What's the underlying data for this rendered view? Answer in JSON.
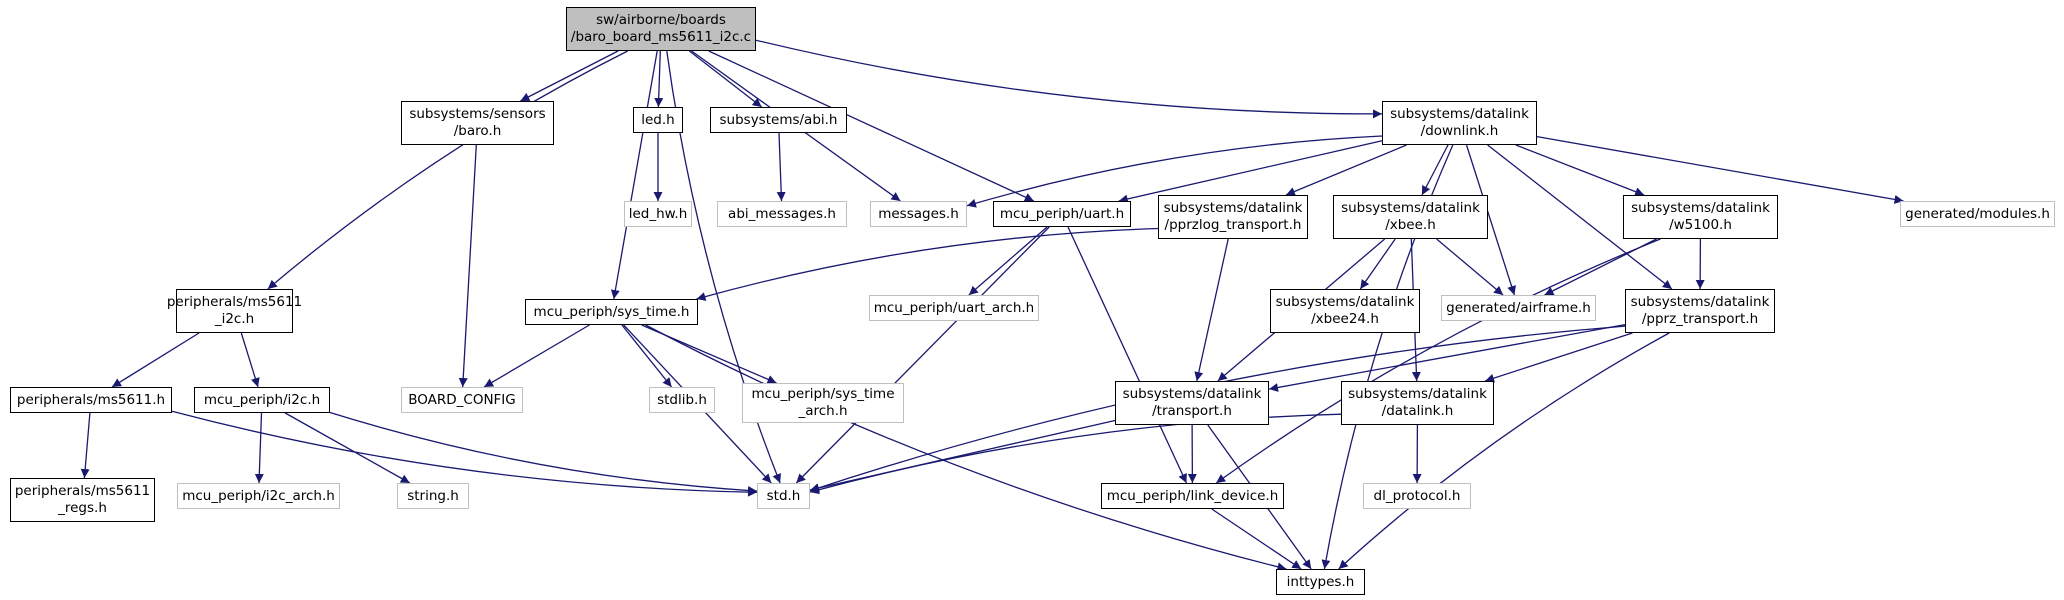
{
  "colors": {
    "edge": "#191970",
    "border": "#000000",
    "external_border": "#bfbfbf",
    "root_fill": "#bfbfbf"
  },
  "nodes": [
    {
      "id": "root",
      "label": "sw/airborne/boards\n/baro_board_ms5611_i2c.c",
      "style": "root"
    },
    {
      "id": "baro",
      "label": "subsystems/sensors\n/baro.h",
      "style": "link"
    },
    {
      "id": "led",
      "label": "led.h",
      "style": "link"
    },
    {
      "id": "abi",
      "label": "subsystems/abi.h",
      "style": "link"
    },
    {
      "id": "downlink",
      "label": "subsystems/datalink\n/downlink.h",
      "style": "link"
    },
    {
      "id": "messages",
      "label": "messages.h",
      "style": "ext"
    },
    {
      "id": "uart",
      "label": "mcu_periph/uart.h",
      "style": "link"
    },
    {
      "id": "pprzlog",
      "label": "subsystems/datalink\n/pprzlog_transport.h",
      "style": "link"
    },
    {
      "id": "xbee",
      "label": "subsystems/datalink\n/xbee.h",
      "style": "link"
    },
    {
      "id": "w5100",
      "label": "subsystems/datalink\n/w5100.h",
      "style": "link"
    },
    {
      "id": "modules",
      "label": "generated/modules.h",
      "style": "ext"
    },
    {
      "id": "led_hw",
      "label": "led_hw.h",
      "style": "ext"
    },
    {
      "id": "abi_msgs",
      "label": "abi_messages.h",
      "style": "ext"
    },
    {
      "id": "ms5611_i2c",
      "label": "peripherals/ms5611\n_i2c.h",
      "style": "link"
    },
    {
      "id": "sys_time",
      "label": "mcu_periph/sys_time.h",
      "style": "link"
    },
    {
      "id": "uart_arch",
      "label": "mcu_periph/uart_arch.h",
      "style": "ext"
    },
    {
      "id": "xbee24",
      "label": "subsystems/datalink\n/xbee24.h",
      "style": "link"
    },
    {
      "id": "airframe",
      "label": "generated/airframe.h",
      "style": "ext"
    },
    {
      "id": "pprz_transport",
      "label": "subsystems/datalink\n/pprz_transport.h",
      "style": "link"
    },
    {
      "id": "ms5611",
      "label": "peripherals/ms5611.h",
      "style": "link"
    },
    {
      "id": "i2c",
      "label": "mcu_periph/i2c.h",
      "style": "link"
    },
    {
      "id": "board_config",
      "label": "BOARD_CONFIG",
      "style": "ext"
    },
    {
      "id": "stdlib",
      "label": "stdlib.h",
      "style": "ext"
    },
    {
      "id": "sys_time_arch",
      "label": "mcu_periph/sys_time\n_arch.h",
      "style": "ext"
    },
    {
      "id": "transport",
      "label": "subsystems/datalink\n/transport.h",
      "style": "link"
    },
    {
      "id": "datalink",
      "label": "subsystems/datalink\n/datalink.h",
      "style": "link"
    },
    {
      "id": "ms5611_regs",
      "label": "peripherals/ms5611\n_regs.h",
      "style": "link"
    },
    {
      "id": "i2c_arch",
      "label": "mcu_periph/i2c_arch.h",
      "style": "ext"
    },
    {
      "id": "string",
      "label": "string.h",
      "style": "ext"
    },
    {
      "id": "std",
      "label": "std.h",
      "style": "ext"
    },
    {
      "id": "link_device",
      "label": "mcu_periph/link_device.h",
      "style": "link"
    },
    {
      "id": "dl_protocol",
      "label": "dl_protocol.h",
      "style": "ext"
    },
    {
      "id": "inttypes",
      "label": "inttypes.h",
      "style": "link"
    }
  ],
  "edges": [
    [
      "root",
      "baro"
    ],
    [
      "root",
      "led"
    ],
    [
      "root",
      "abi"
    ],
    [
      "root",
      "downlink"
    ],
    [
      "root",
      "messages"
    ],
    [
      "root",
      "uart"
    ],
    [
      "root",
      "ms5611_i2c"
    ],
    [
      "root",
      "sys_time"
    ],
    [
      "root",
      "std"
    ],
    [
      "baro",
      "board_config"
    ],
    [
      "led",
      "led_hw"
    ],
    [
      "abi",
      "abi_msgs"
    ],
    [
      "downlink",
      "messages"
    ],
    [
      "downlink",
      "uart"
    ],
    [
      "downlink",
      "pprzlog"
    ],
    [
      "downlink",
      "xbee"
    ],
    [
      "downlink",
      "w5100"
    ],
    [
      "downlink",
      "modules"
    ],
    [
      "downlink",
      "airframe"
    ],
    [
      "downlink",
      "pprz_transport"
    ],
    [
      "downlink",
      "inttypes"
    ],
    [
      "uart",
      "uart_arch"
    ],
    [
      "uart",
      "std"
    ],
    [
      "uart",
      "link_device"
    ],
    [
      "pprzlog",
      "sys_time"
    ],
    [
      "pprzlog",
      "transport"
    ],
    [
      "xbee",
      "xbee24"
    ],
    [
      "xbee",
      "airframe"
    ],
    [
      "xbee",
      "transport"
    ],
    [
      "xbee",
      "datalink"
    ],
    [
      "w5100",
      "airframe"
    ],
    [
      "w5100",
      "pprz_transport"
    ],
    [
      "w5100",
      "link_device"
    ],
    [
      "ms5611_i2c",
      "ms5611"
    ],
    [
      "ms5611_i2c",
      "i2c"
    ],
    [
      "sys_time",
      "board_config"
    ],
    [
      "sys_time",
      "stdlib"
    ],
    [
      "sys_time",
      "sys_time_arch"
    ],
    [
      "sys_time",
      "std"
    ],
    [
      "sys_time",
      "inttypes"
    ],
    [
      "pprz_transport",
      "transport"
    ],
    [
      "pprz_transport",
      "datalink"
    ],
    [
      "pprz_transport",
      "std"
    ],
    [
      "pprz_transport",
      "inttypes"
    ],
    [
      "ms5611",
      "ms5611_regs"
    ],
    [
      "ms5611",
      "std"
    ],
    [
      "i2c",
      "i2c_arch"
    ],
    [
      "i2c",
      "string"
    ],
    [
      "i2c",
      "std"
    ],
    [
      "transport",
      "std"
    ],
    [
      "transport",
      "link_device"
    ],
    [
      "transport",
      "inttypes"
    ],
    [
      "datalink",
      "dl_protocol"
    ],
    [
      "datalink",
      "std"
    ],
    [
      "link_device",
      "inttypes"
    ]
  ]
}
